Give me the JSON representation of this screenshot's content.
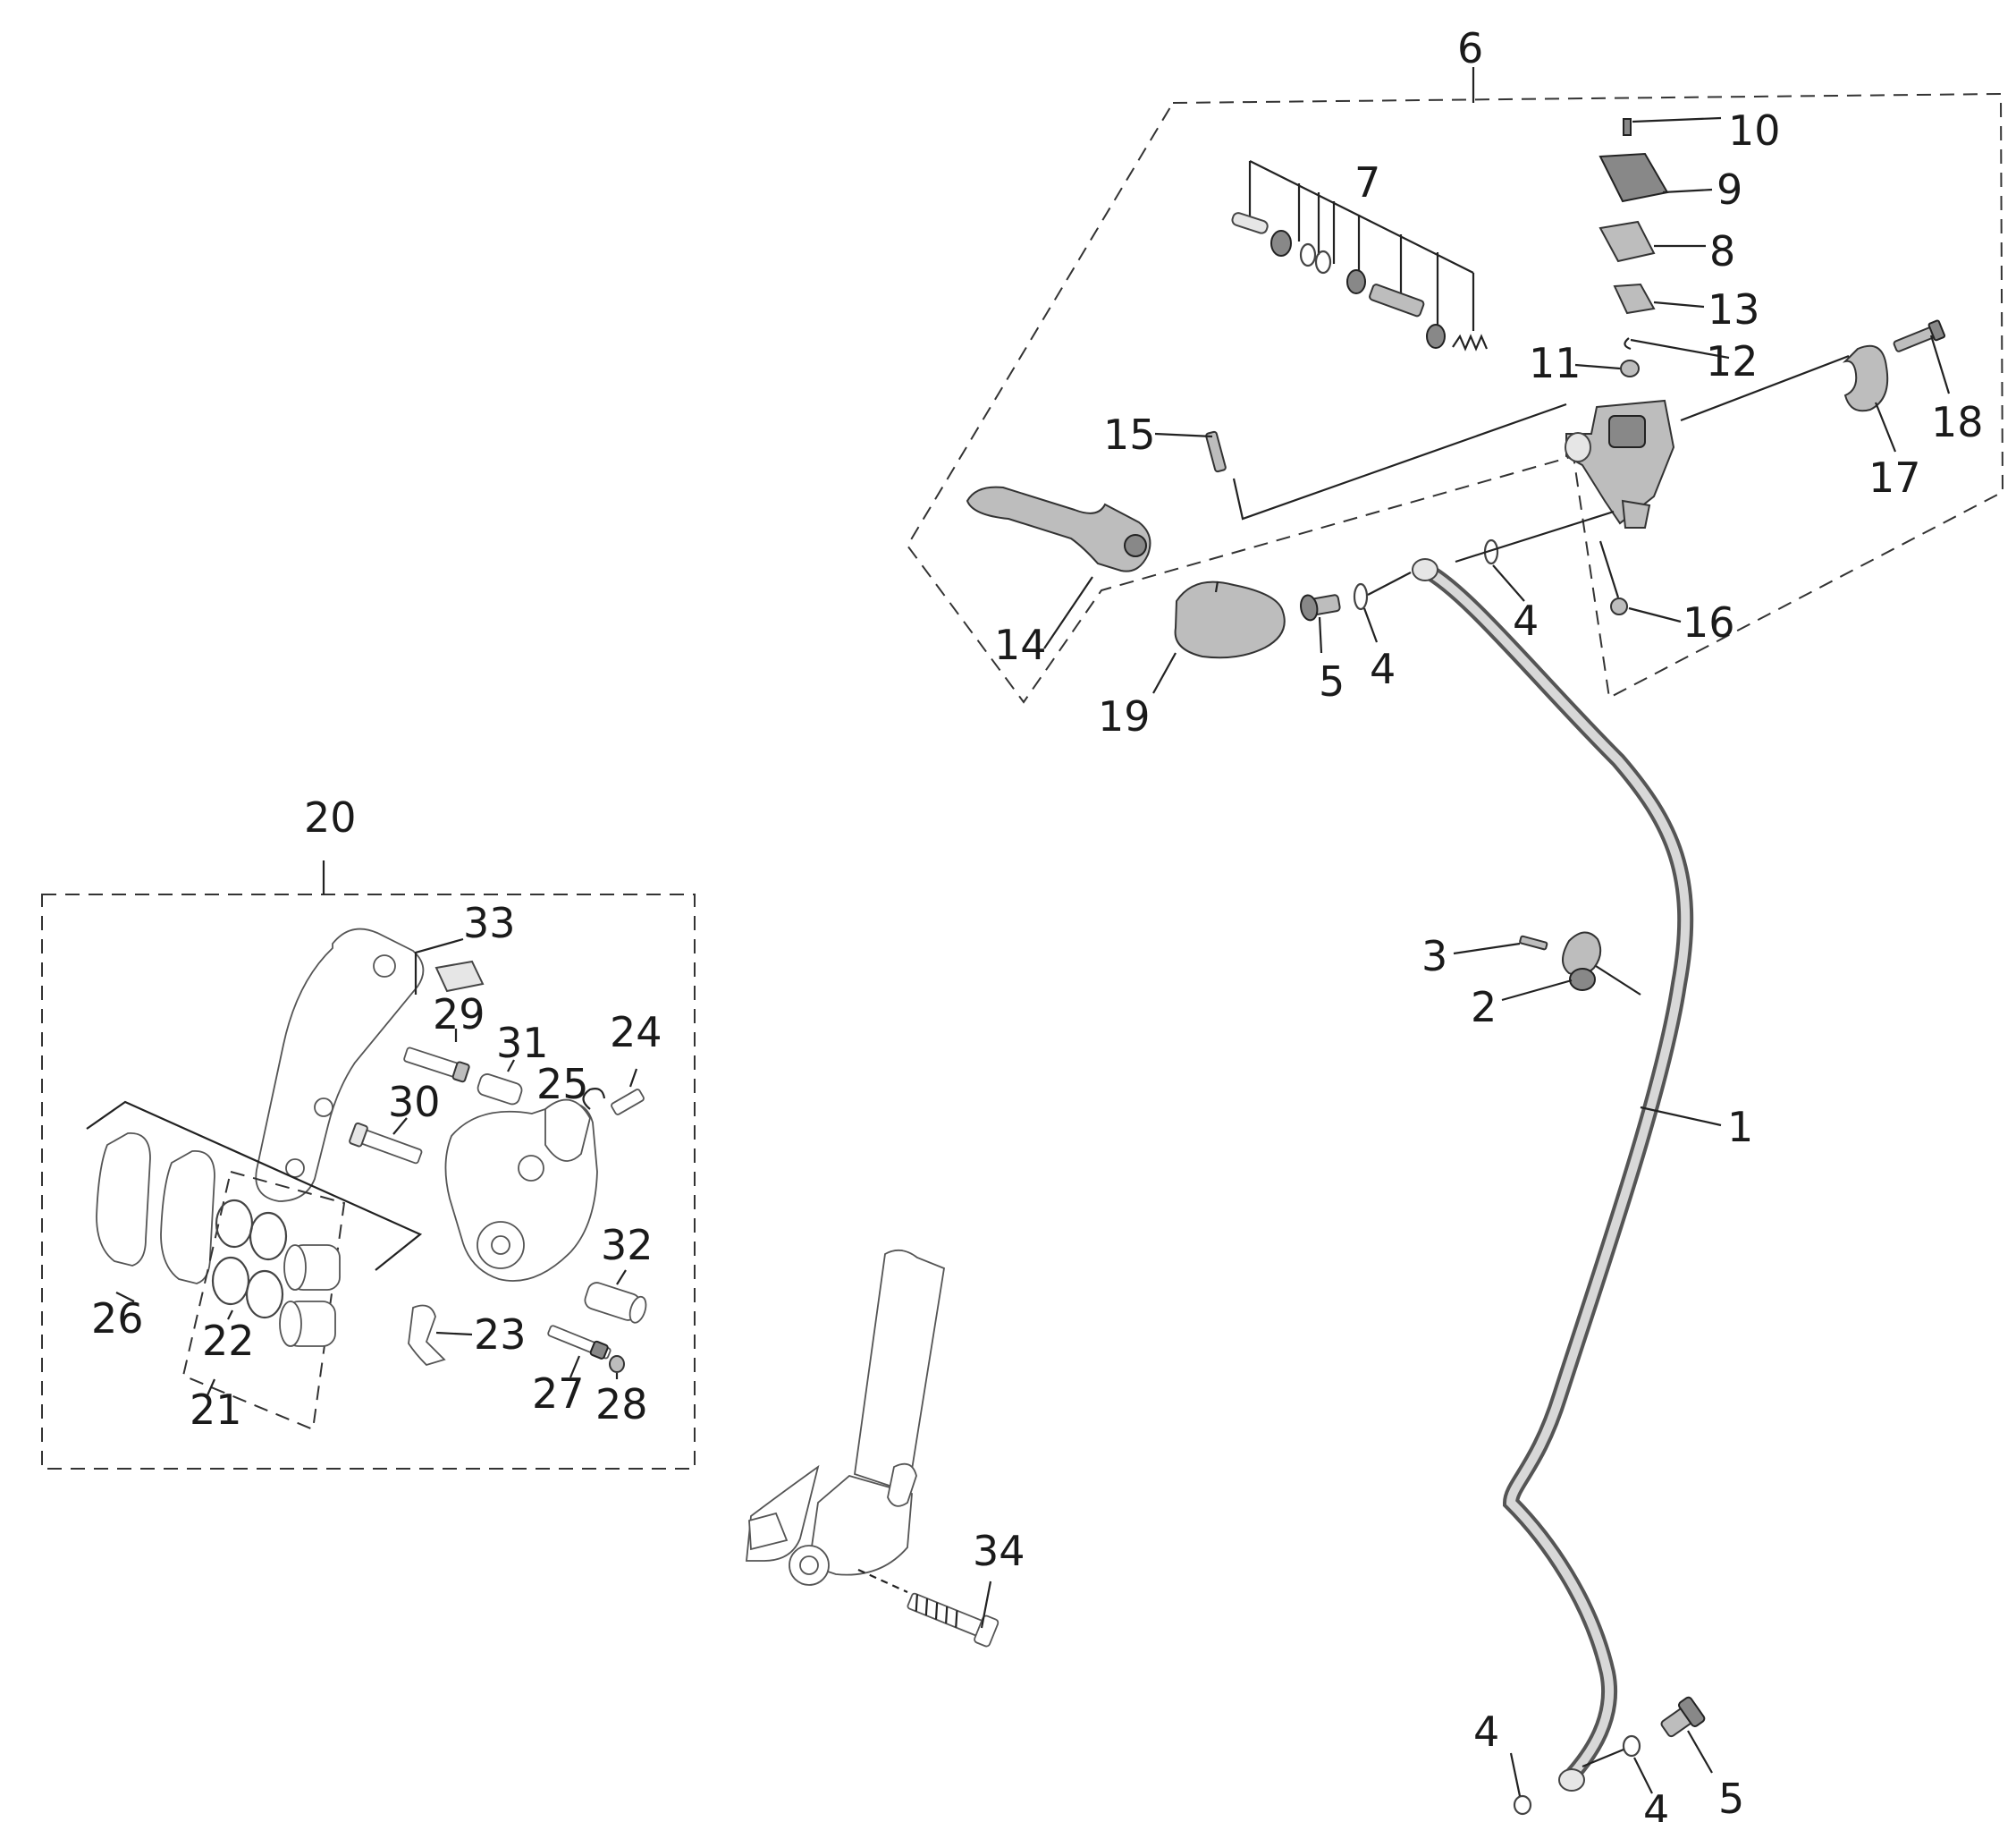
{
  "callouts": {
    "p1": "1",
    "p2": "2",
    "p3": "3",
    "p4a": "4",
    "p4b": "4",
    "p4c": "4",
    "p4d": "4",
    "p5a": "5",
    "p5b": "5",
    "p6": "6",
    "p7": "7",
    "p8": "8",
    "p9": "9",
    "p10": "10",
    "p11": "11",
    "p12": "12",
    "p13": "13",
    "p14": "14",
    "p15": "15",
    "p16": "16",
    "p17": "17",
    "p18": "18",
    "p19": "19",
    "p20": "20",
    "p21": "21",
    "p22": "22",
    "p23": "23",
    "p24": "24",
    "p25": "25",
    "p26": "26",
    "p27": "27",
    "p28": "28",
    "p29": "29",
    "p30": "30",
    "p31": "31",
    "p32": "32",
    "p33": "33",
    "p34": "34"
  }
}
